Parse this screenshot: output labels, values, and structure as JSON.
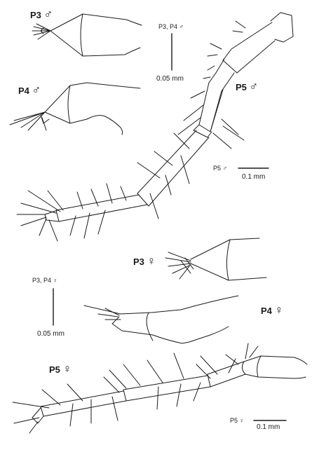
{
  "labels": {
    "p3_male": {
      "name": "P3",
      "sex": "♂"
    },
    "p4_male": {
      "name": "P4",
      "sex": "♂"
    },
    "p5_male": {
      "name": "P5",
      "sex": "♂"
    },
    "p3_female": {
      "name": "P3",
      "sex": "♀"
    },
    "p4_female": {
      "name": "P4",
      "sex": "♀"
    },
    "p5_female": {
      "name": "P5",
      "sex": "♀"
    }
  },
  "scale_bars": {
    "male_p3_p4": {
      "caption": "P3, P4 ♂",
      "length": "0.05 mm"
    },
    "male_p5": {
      "caption": "P5 ♂",
      "length": "0.1 mm"
    },
    "female_p3_p4": {
      "caption": "P3, P4 ♀",
      "length": "0.05 mm"
    },
    "female_p5": {
      "caption": "P5 ♀",
      "length": "0.1 mm"
    }
  },
  "colors": {
    "ink": "#1a1a1a",
    "background": "#ffffff"
  }
}
